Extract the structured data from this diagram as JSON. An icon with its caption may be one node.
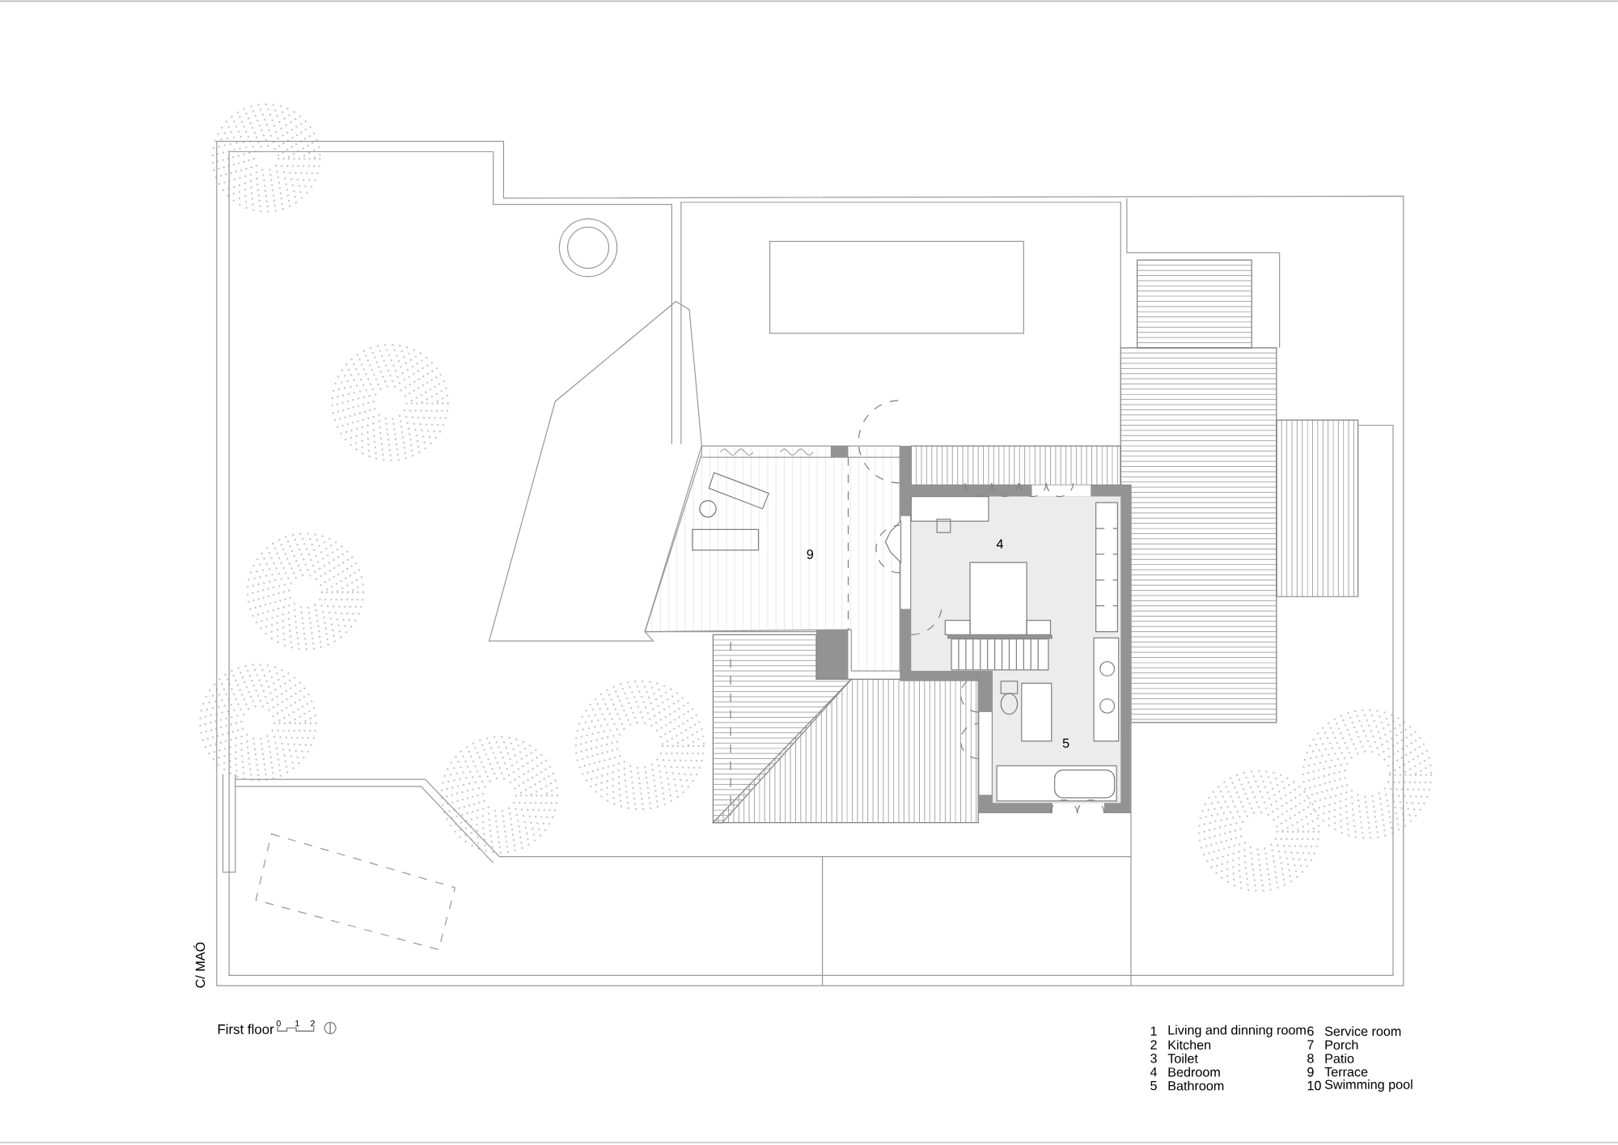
{
  "diagram": {
    "title": "First floor",
    "labels": [
      "4",
      "9",
      "5",
      "C/ MAÓ",
      "0",
      "1",
      "2",
      "1",
      "Living and dinning room",
      "6",
      "Service room",
      "2",
      "Kitchen",
      "7",
      "Porch",
      "3",
      "Toilet",
      "8",
      "Patio",
      "4",
      "Bedroom",
      "9",
      "Terrace",
      "5",
      "Bathroom",
      "10",
      "Swimming pool"
    ]
  }
}
